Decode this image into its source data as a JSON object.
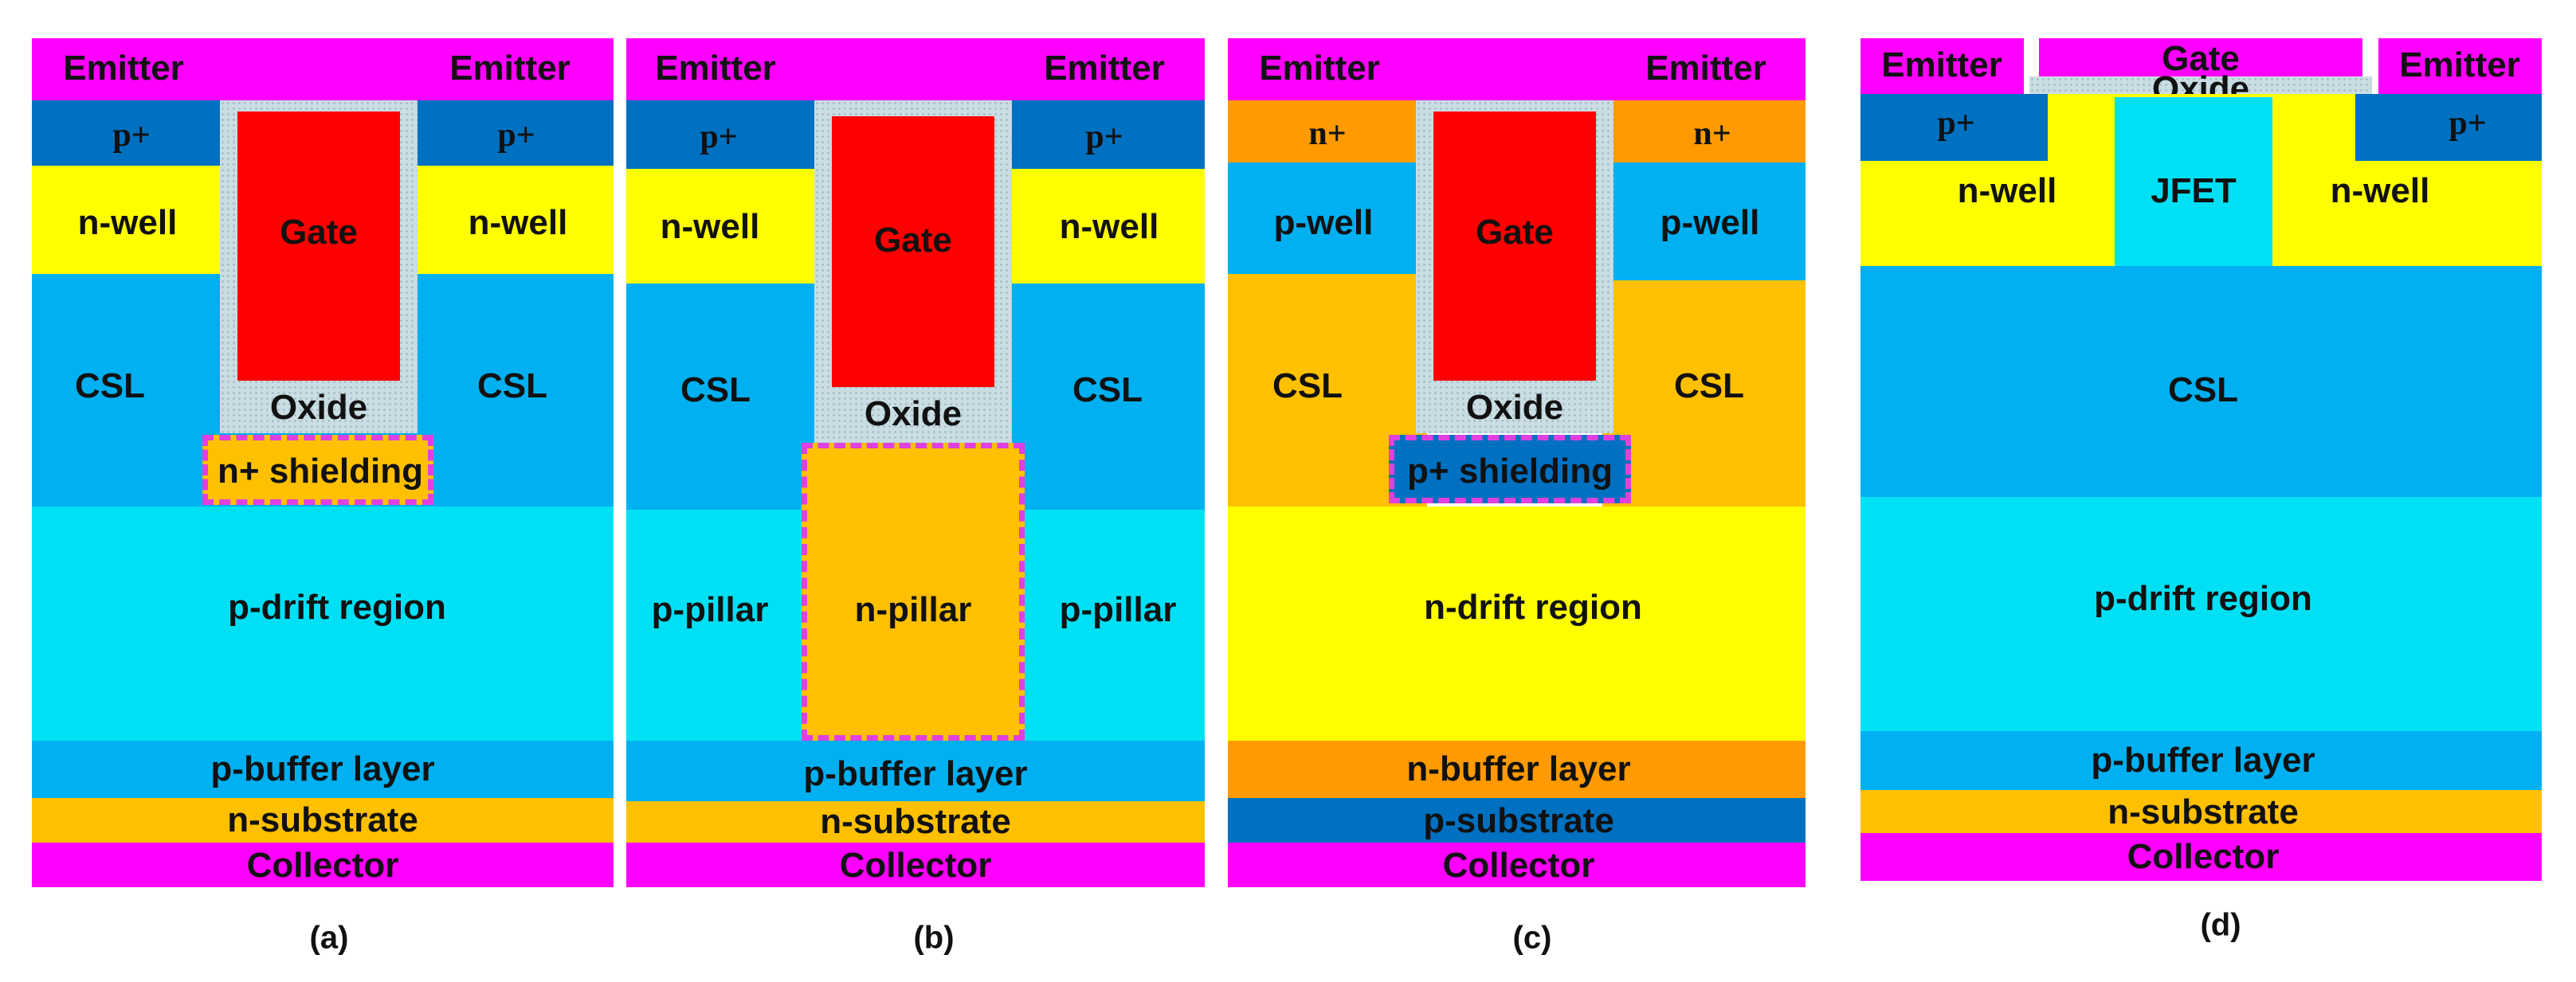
{
  "panel_a": {
    "emitter_left": "Emitter",
    "emitter_right": "Emitter",
    "p_plus_left": "p+",
    "p_plus_right": "p+",
    "nwell_left": "n-well",
    "nwell_right": "n-well",
    "gate": "Gate",
    "oxide": "Oxide",
    "csl_left": "CSL",
    "csl_right": "CSL",
    "shielding": "n+ shielding",
    "drift": "p-drift region",
    "buffer": "p-buffer layer",
    "substrate": "n-substrate",
    "collector": "Collector",
    "caption": "(a)"
  },
  "panel_b": {
    "emitter_left": "Emitter",
    "emitter_right": "Emitter",
    "p_plus_left": "p+",
    "p_plus_right": "p+",
    "nwell_left": "n-well",
    "nwell_right": "n-well",
    "gate": "Gate",
    "oxide": "Oxide",
    "csl_left": "CSL",
    "csl_right": "CSL",
    "pillar_left": "p-pillar",
    "pillar_center": "n-pillar",
    "pillar_right": "p-pillar",
    "buffer": "p-buffer layer",
    "substrate": "n-substrate",
    "collector": "Collector",
    "caption": "(b)"
  },
  "panel_c": {
    "emitter_left": "Emitter",
    "emitter_right": "Emitter",
    "n_plus_left": "n+",
    "n_plus_right": "n+",
    "pwell_left": "p-well",
    "pwell_right": "p-well",
    "gate": "Gate",
    "oxide": "Oxide",
    "csl_left": "CSL",
    "csl_right": "CSL",
    "shielding": "p+ shielding",
    "drift": "n-drift region",
    "buffer": "n-buffer layer",
    "substrate": "p-substrate",
    "collector": "Collector",
    "caption": "(c)"
  },
  "panel_d": {
    "emitter_left": "Emitter",
    "emitter_right": "Emitter",
    "gate": "Gate",
    "oxide": "Oxide",
    "p_plus_left": "p+",
    "p_plus_right": "p+",
    "nwell_left": "n-well",
    "jfet": "JFET",
    "nwell_right": "n-well",
    "csl": "CSL",
    "drift": "p-drift region",
    "buffer": "p-buffer layer",
    "substrate": "n-substrate",
    "collector": "Collector",
    "caption": "(d)"
  },
  "colors": {
    "metal": "#ff00ff",
    "heavy_doped_blue": "#0070c0",
    "n_well_yellow": "#ffff00",
    "csl_blue": "#00b0f0",
    "drift_cyan": "#00e0f5",
    "gate_red": "#ff0000",
    "amber": "#ffc000",
    "orange": "#ff9a00",
    "shield_border": "#e040e0"
  }
}
